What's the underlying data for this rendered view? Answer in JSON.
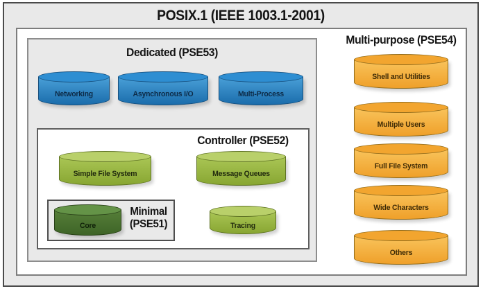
{
  "title": "POSIX.1 (IEEE 1003.1-2001)",
  "dedicated": {
    "label": "Dedicated (PSE53)",
    "cylinders": [
      "Networking",
      "Asynchronous I/O",
      "Multi-Process"
    ]
  },
  "controller": {
    "label": "Controller (PSE52)",
    "cylinders": [
      "Simple File System",
      "Message Queues",
      "Tracing"
    ]
  },
  "minimal": {
    "label_line1": "Minimal",
    "label_line2": "(PSE51)",
    "cylinders": [
      "Core"
    ]
  },
  "multi_purpose": {
    "label": "Multi-purpose (PSE54)",
    "cylinders": [
      "Shell and Utilities",
      "Multiple Users",
      "Full File System",
      "Wide Characters",
      "Others"
    ]
  },
  "colors": {
    "blue": "#2e8ed2",
    "green": "#aac655",
    "dark_green": "#4f7d33",
    "orange": "#f5b23c",
    "box_fill": "#e9e9e9"
  }
}
